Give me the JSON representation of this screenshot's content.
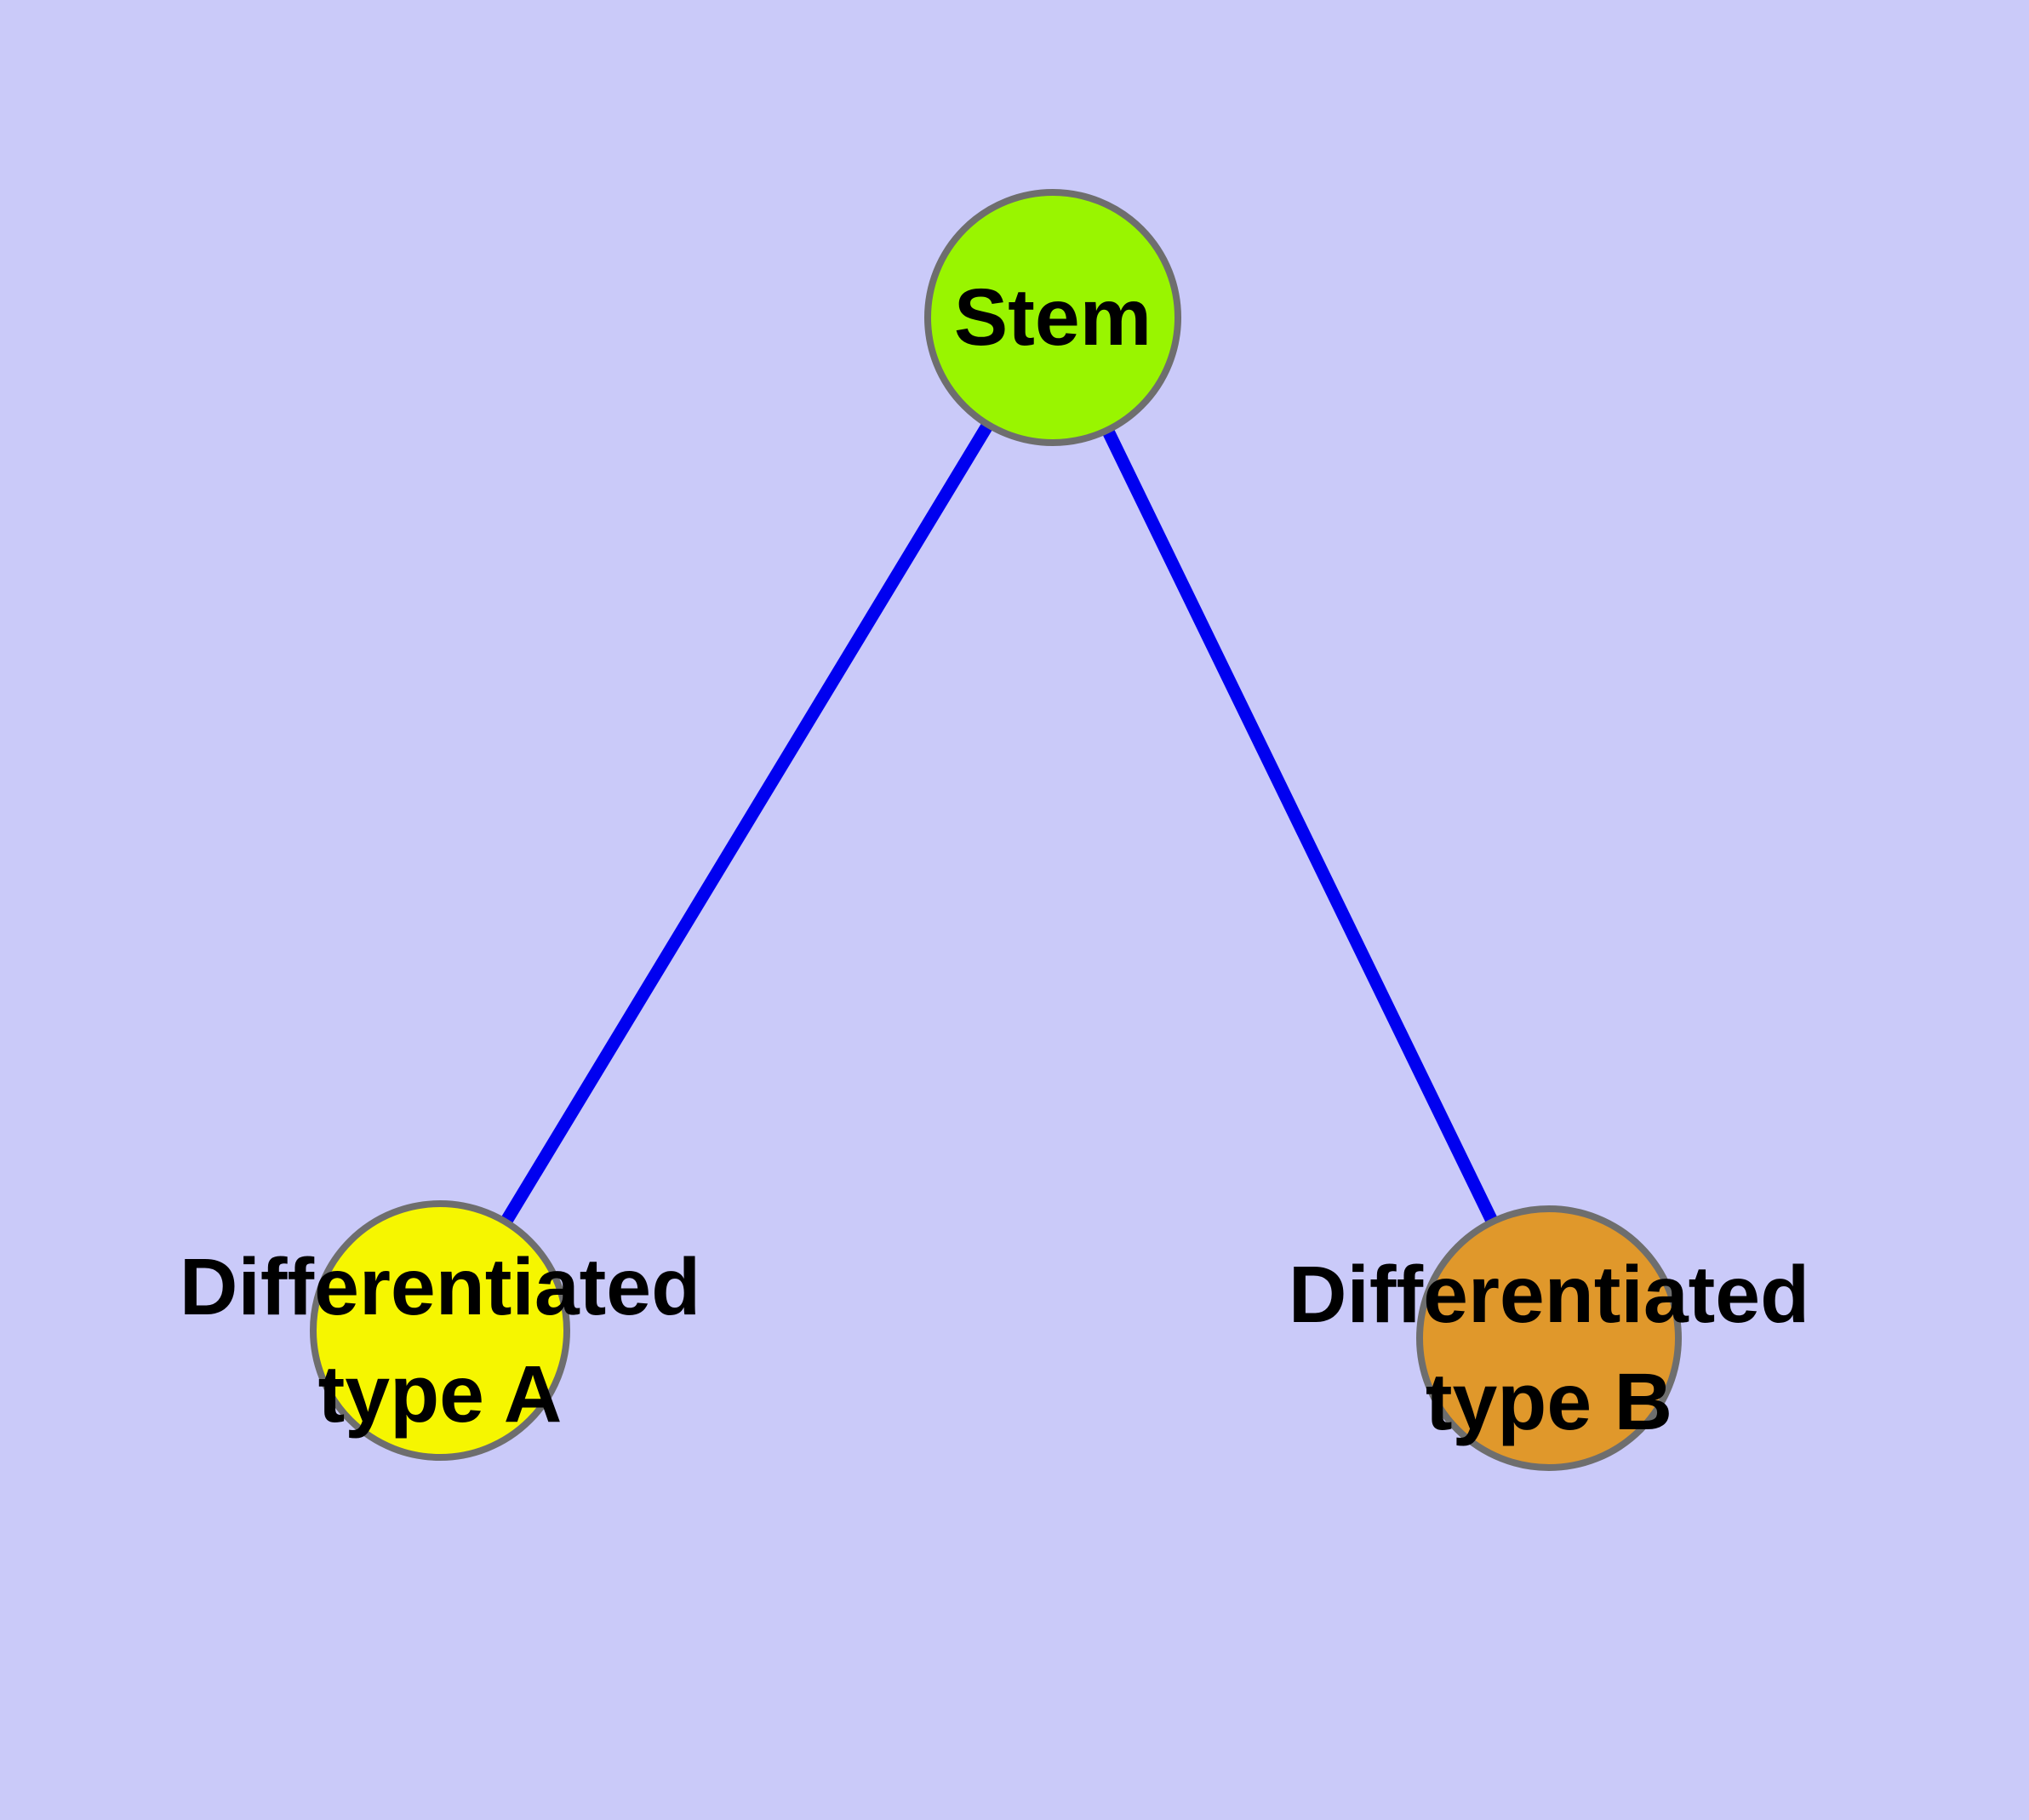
{
  "diagram": {
    "background_color": "#CACAF9",
    "edge_color": "#0000F0",
    "node_border_color": "#6E6E6E",
    "text_color": "#000000",
    "nodes": [
      {
        "id": "stem",
        "fill": "#99F500",
        "lines": [
          "Stem"
        ]
      },
      {
        "id": "differentiated-type-a",
        "fill": "#F6F600",
        "lines": [
          "Differentiated",
          "type A"
        ]
      },
      {
        "id": "differentiated-type-b",
        "fill": "#E0982B",
        "lines": [
          "Differentiated",
          "type B"
        ]
      }
    ],
    "edges": [
      {
        "from": "stem",
        "to": "differentiated-type-a"
      },
      {
        "from": "stem",
        "to": "differentiated-type-b"
      }
    ]
  }
}
